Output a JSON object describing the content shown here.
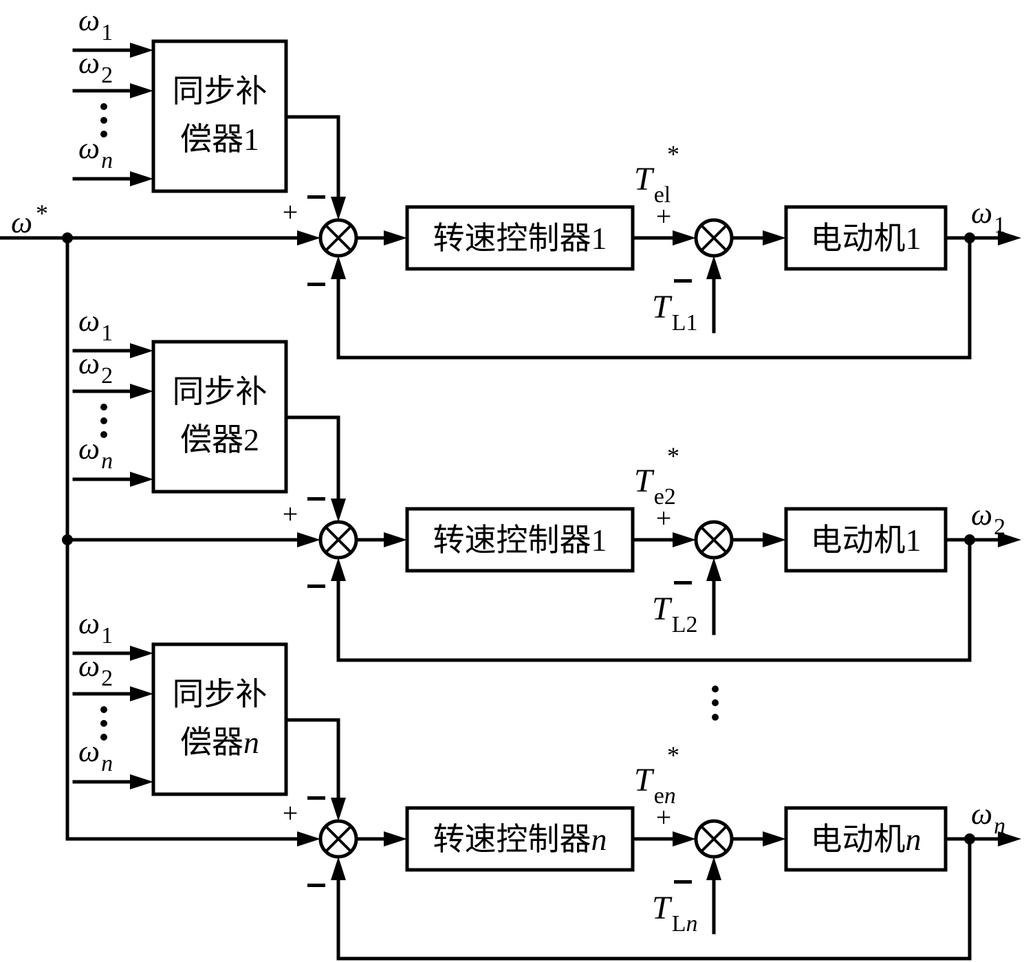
{
  "diagram": {
    "title": "",
    "reference_input": {
      "symbol": "ω",
      "superscript": "*"
    },
    "ellipsis_between_channels": "⋮",
    "channels": [
      {
        "compensator": {
          "line1": "同步补",
          "line2_cn": "偿器",
          "line2_idx": "1",
          "idx_italic": false
        },
        "inputs": [
          {
            "symbol": "ω",
            "sub": "1"
          },
          {
            "symbol": "ω",
            "sub": "2"
          },
          {
            "symbol": "ω",
            "sub": "n"
          }
        ],
        "comp_sign": "−",
        "ref_sign": "+",
        "fb_sign": "−",
        "controller": {
          "label_cn": "转速控制器",
          "idx": "1",
          "idx_italic": false
        },
        "torque_ref": {
          "symbol": "T",
          "sub": "el",
          "sup": "*"
        },
        "torque_sign": "+",
        "load": {
          "symbol": "T",
          "sub": "L1",
          "sign": "−"
        },
        "motor": {
          "label_cn": "电动机",
          "idx": "1",
          "idx_italic": false
        },
        "output": {
          "symbol": "ω",
          "sub": "1"
        }
      },
      {
        "compensator": {
          "line1": "同步补",
          "line2_cn": "偿器",
          "line2_idx": "2",
          "idx_italic": false
        },
        "inputs": [
          {
            "symbol": "ω",
            "sub": "1"
          },
          {
            "symbol": "ω",
            "sub": "2"
          },
          {
            "symbol": "ω",
            "sub": "n"
          }
        ],
        "comp_sign": "−",
        "ref_sign": "+",
        "fb_sign": "−",
        "controller": {
          "label_cn": "转速控制器",
          "idx": "1",
          "idx_italic": false
        },
        "torque_ref": {
          "symbol": "T",
          "sub": "e2",
          "sup": "*"
        },
        "torque_sign": "+",
        "load": {
          "symbol": "T",
          "sub": "L2",
          "sign": "−"
        },
        "motor": {
          "label_cn": "电动机",
          "idx": "1",
          "idx_italic": false
        },
        "output": {
          "symbol": "ω",
          "sub": "2"
        }
      },
      {
        "compensator": {
          "line1": "同步补",
          "line2_cn": "偿器",
          "line2_idx": "n",
          "idx_italic": true
        },
        "inputs": [
          {
            "symbol": "ω",
            "sub": "1"
          },
          {
            "symbol": "ω",
            "sub": "2"
          },
          {
            "symbol": "ω",
            "sub": "n"
          }
        ],
        "comp_sign": "−",
        "ref_sign": "+",
        "fb_sign": "−",
        "controller": {
          "label_cn": "转速控制器",
          "idx": "n",
          "idx_italic": true
        },
        "torque_ref": {
          "symbol": "T",
          "sub": "en",
          "sup": "*"
        },
        "torque_sign": "+",
        "load": {
          "symbol": "T",
          "sub": "Ln",
          "sign": "−"
        },
        "motor": {
          "label_cn": "电动机",
          "idx": "n",
          "idx_italic": true
        },
        "output": {
          "symbol": "ω",
          "sub": "n"
        }
      }
    ]
  }
}
